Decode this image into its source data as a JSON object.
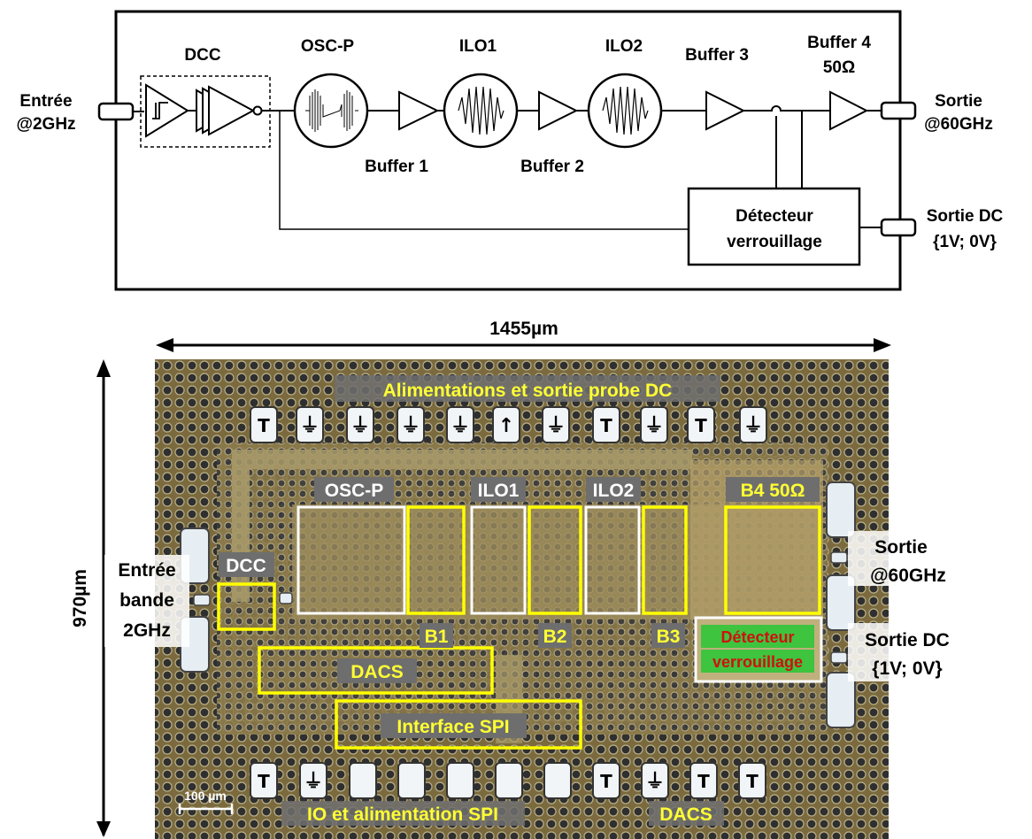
{
  "block_diagram": {
    "input_label": [
      "Entrée",
      "@2GHz"
    ],
    "dcc": "DCC",
    "osc_p": "OSC-P",
    "ilo1": "ILO1",
    "ilo2": "ILO2",
    "buffer1": "Buffer 1",
    "buffer2": "Buffer 2",
    "buffer3": "Buffer 3",
    "buffer4": [
      "Buffer 4",
      "50Ω"
    ],
    "detector": [
      "Détecteur",
      "verrouillage"
    ],
    "output_label": [
      "Sortie",
      "@60GHz"
    ],
    "dc_output_label": [
      "Sortie DC",
      "{1V; 0V}"
    ]
  },
  "die_photo": {
    "width_label": "1455µm",
    "height_label": "970µm",
    "top_pads_caption": "Alimentations et sortie probe DC",
    "top_pads": [
      "T",
      "⏚",
      "⏚",
      "⏚",
      "⏚",
      "↑",
      "⏚",
      "T",
      "⏚",
      "T",
      "⏚"
    ],
    "bottom_pads": [
      "T",
      "⏚",
      "",
      "",
      "",
      "",
      "",
      "T",
      "⏚",
      "T",
      "T"
    ],
    "labels": {
      "osc_p": "OSC-P",
      "ilo1": "ILO1",
      "ilo2": "ILO2",
      "b4": "B4 50Ω",
      "dcc": "DCC",
      "b1": "B1",
      "b2": "B2",
      "b3": "B3",
      "dacs": "DACS",
      "spi": "Interface SPI",
      "detector": [
        "Détecteur",
        "verrouillage"
      ],
      "io_spi": "IO et alimentation SPI",
      "dacs_bottom": "DACS",
      "scale": "100 µm"
    },
    "side_labels": {
      "input": [
        "Entrée",
        "bande",
        "2GHz"
      ],
      "output": [
        "Sortie",
        "@60GHz"
      ],
      "dc_output": [
        "Sortie DC",
        "{1V; 0V}"
      ]
    }
  }
}
